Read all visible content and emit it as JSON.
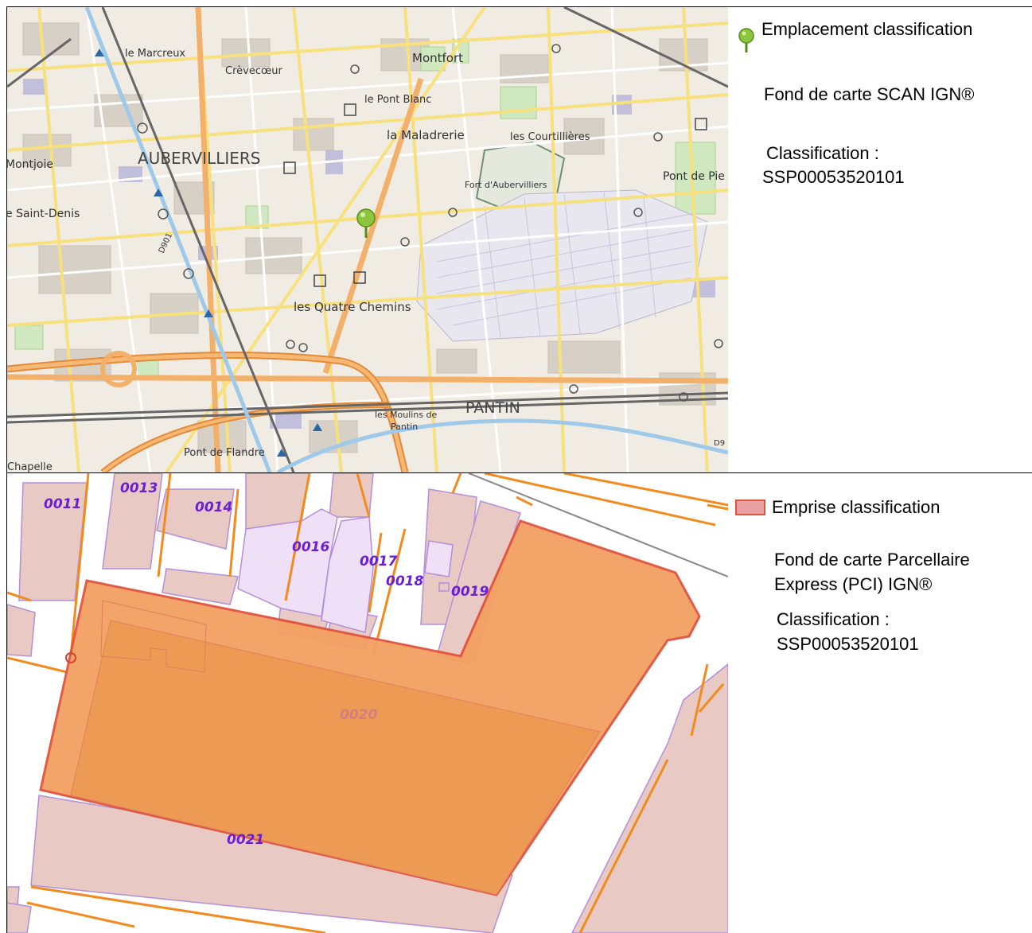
{
  "top_panel": {
    "legend": {
      "location_label": "Emplacement classification",
      "basemap": "Fond de carte SCAN IGN®",
      "classification_label": "Classification :",
      "classification_id": "SSP00053520101",
      "marker_color": "#8cc63f"
    },
    "places": {
      "le_marcreux": "le Marcreux",
      "crevecoeur": "Crèvecœur",
      "montfort": "Montfort",
      "le_pont_blanc": "le Pont Blanc",
      "la_maladrerie": "la Maladrerie",
      "les_courtillieres": "les Courtillières",
      "aubervilliers": "AUBERVILLIERS",
      "montjoie": "Montjoie",
      "saint_denis": "e Saint-Denis",
      "fort_aubervilliers": "Fort d'Aubervilliers",
      "pont_de_pie": "Pont de Pie",
      "les_quatre_chemins": "les Quatre Chemins",
      "d901": "D901",
      "pantin": "PANTIN",
      "moulins_1": "les Moulins de",
      "moulins_2": "Pantin",
      "pont_de_flandre": "Pont de Flandre",
      "chapelle": "Chapelle",
      "d9": "D9"
    }
  },
  "bottom_panel": {
    "legend": {
      "footprint_label": "Emprise classification",
      "basemap_line1": "Fond de carte Parcellaire",
      "basemap_line2": "Express (PCI) IGN®",
      "classification_label": "Classification :",
      "classification_id": "SSP00053520101",
      "footprint_color": "#e9a0a0"
    },
    "parcels": {
      "p0011": "0011",
      "p0013": "0013",
      "p0014": "0014",
      "p0016": "0016",
      "p0017": "0017",
      "p0018": "0018",
      "p0019": "0019",
      "p0020": "0020",
      "p0021": "0021"
    }
  }
}
